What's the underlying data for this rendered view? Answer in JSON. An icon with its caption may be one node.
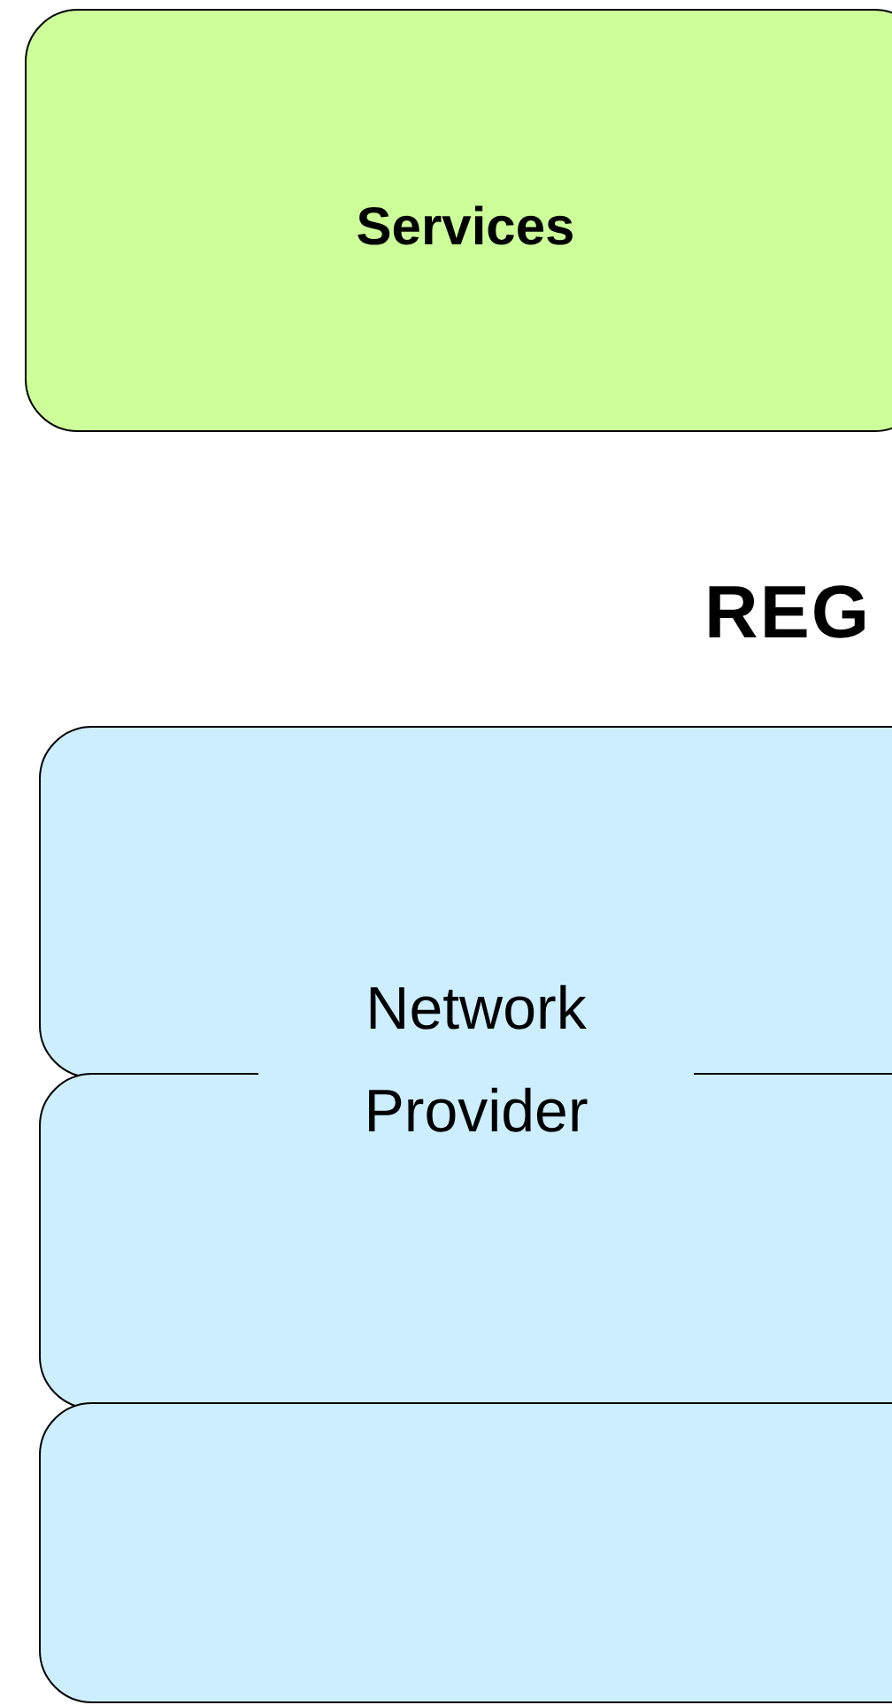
{
  "diagram": {
    "nodes": [
      {
        "text": [
          "Services"
        ]
      },
      {
        "text": [
          "Network Provider"
        ]
      },
      {
        "text": [],
        "shape": "box"
      },
      {
        "text": [],
        "shape": "box"
      }
    ],
    "labels": [
      "REG"
    ]
  }
}
